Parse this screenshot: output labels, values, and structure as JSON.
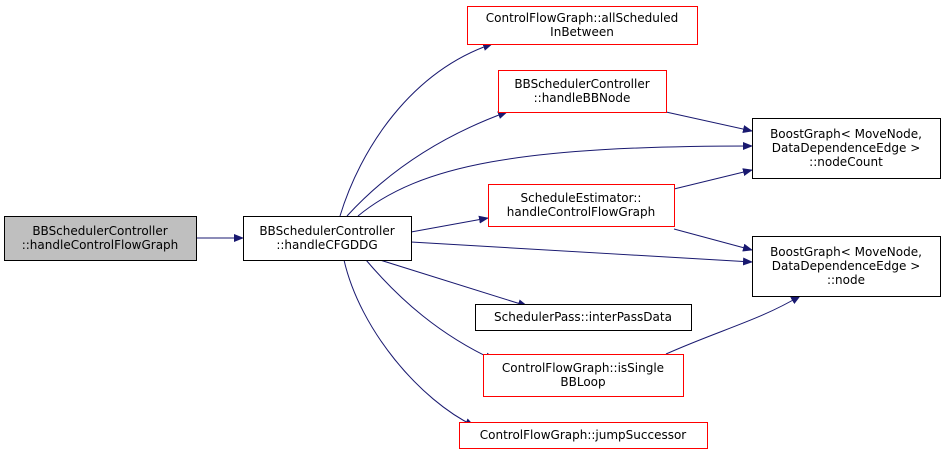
{
  "colors": {
    "edge": "#191970",
    "focus_fill": "#bfbfbf",
    "focus_border": "#000000",
    "normal_border": "#000000",
    "linked_border": "#ff0000",
    "text": "#000000"
  },
  "nodes": [
    {
      "id": "root",
      "lines": [
        "BBSchedulerController",
        "::handleControlFlowGraph"
      ],
      "style": "focus"
    },
    {
      "id": "handleCFGDDG",
      "lines": [
        "BBSchedulerController",
        "::handleCFGDDG"
      ],
      "style": "normal"
    },
    {
      "id": "allScheduledInBetween",
      "lines": [
        "ControlFlowGraph::allScheduled",
        "InBetween"
      ],
      "style": "linked"
    },
    {
      "id": "handleBBNode",
      "lines": [
        "BBSchedulerController",
        "::handleBBNode"
      ],
      "style": "linked"
    },
    {
      "id": "scheduleEstimator",
      "lines": [
        "ScheduleEstimator::",
        "handleControlFlowGraph"
      ],
      "style": "linked"
    },
    {
      "id": "interPassData",
      "lines": [
        "SchedulerPass::interPassData"
      ],
      "style": "normal"
    },
    {
      "id": "isSingleBBLoop",
      "lines": [
        "ControlFlowGraph::isSingle",
        "BBLoop"
      ],
      "style": "linked"
    },
    {
      "id": "jumpSuccessor",
      "lines": [
        "ControlFlowGraph::jumpSuccessor"
      ],
      "style": "linked"
    },
    {
      "id": "nodeCount",
      "lines": [
        "BoostGraph< MoveNode,",
        "DataDependenceEdge >",
        "::nodeCount"
      ],
      "style": "normal"
    },
    {
      "id": "node",
      "lines": [
        "BoostGraph< MoveNode,",
        "DataDependenceEdge >",
        "::node"
      ],
      "style": "normal"
    }
  ],
  "edges": [
    {
      "from": "root",
      "to": "handleCFGDDG"
    },
    {
      "from": "handleCFGDDG",
      "to": "allScheduledInBetween"
    },
    {
      "from": "handleCFGDDG",
      "to": "handleBBNode"
    },
    {
      "from": "handleCFGDDG",
      "to": "nodeCount"
    },
    {
      "from": "handleCFGDDG",
      "to": "scheduleEstimator"
    },
    {
      "from": "handleCFGDDG",
      "to": "node"
    },
    {
      "from": "handleCFGDDG",
      "to": "interPassData"
    },
    {
      "from": "handleCFGDDG",
      "to": "isSingleBBLoop"
    },
    {
      "from": "handleCFGDDG",
      "to": "jumpSuccessor"
    },
    {
      "from": "handleBBNode",
      "to": "nodeCount"
    },
    {
      "from": "scheduleEstimator",
      "to": "nodeCount"
    },
    {
      "from": "scheduleEstimator",
      "to": "node"
    },
    {
      "from": "isSingleBBLoop",
      "to": "node"
    }
  ]
}
